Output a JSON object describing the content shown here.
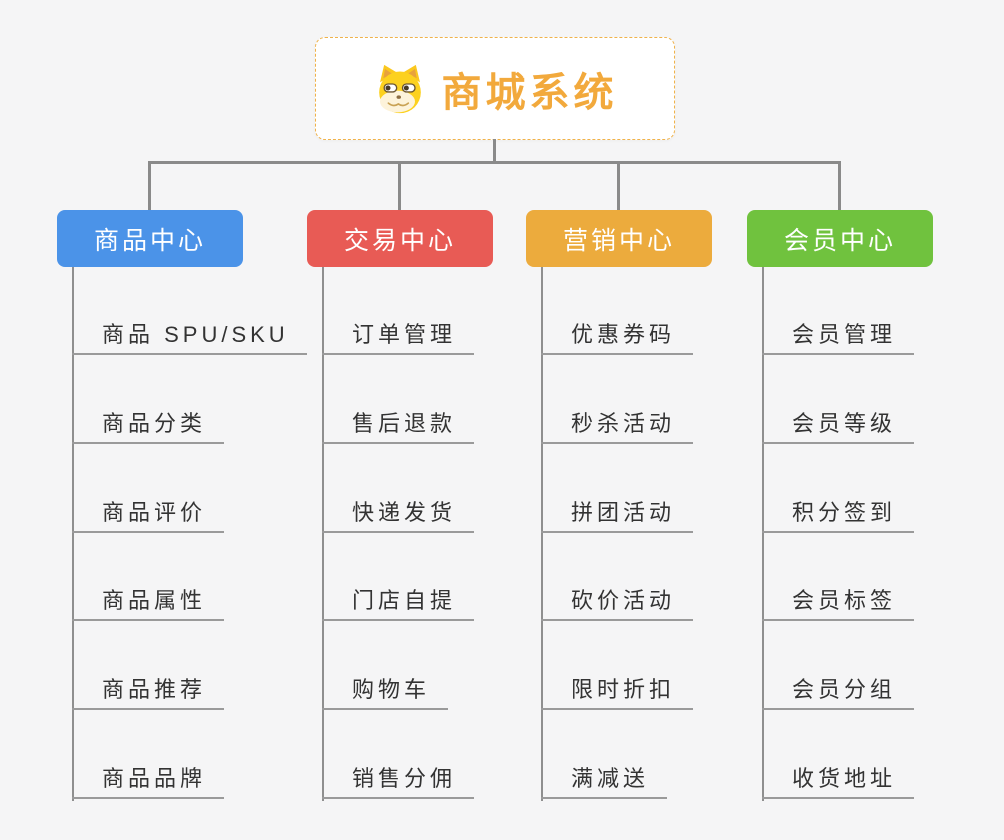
{
  "root": {
    "title": "商城系统",
    "icon": "doge-icon"
  },
  "colors": {
    "background": "#f5f5f6",
    "connector": "#8a8a8a",
    "root_border": "#f0b24a",
    "root_text": "#f2a93c",
    "leaf_text": "#333333",
    "leaf_underline": "#9a9a9a"
  },
  "branches": [
    {
      "label": "商品中心",
      "color": "#4b93e8",
      "items": [
        "商品 SPU/SKU",
        "商品分类",
        "商品评价",
        "商品属性",
        "商品推荐",
        "商品品牌"
      ]
    },
    {
      "label": "交易中心",
      "color": "#e85b55",
      "items": [
        "订单管理",
        "售后退款",
        "快递发货",
        "门店自提",
        "购物车",
        "销售分佣"
      ]
    },
    {
      "label": "营销中心",
      "color": "#ecab3d",
      "items": [
        "优惠券码",
        "秒杀活动",
        "拼团活动",
        "砍价活动",
        "限时折扣",
        "满减送"
      ]
    },
    {
      "label": "会员中心",
      "color": "#70c23e",
      "items": [
        "会员管理",
        "会员等级",
        "积分签到",
        "会员标签",
        "会员分组",
        "收货地址"
      ]
    }
  ]
}
